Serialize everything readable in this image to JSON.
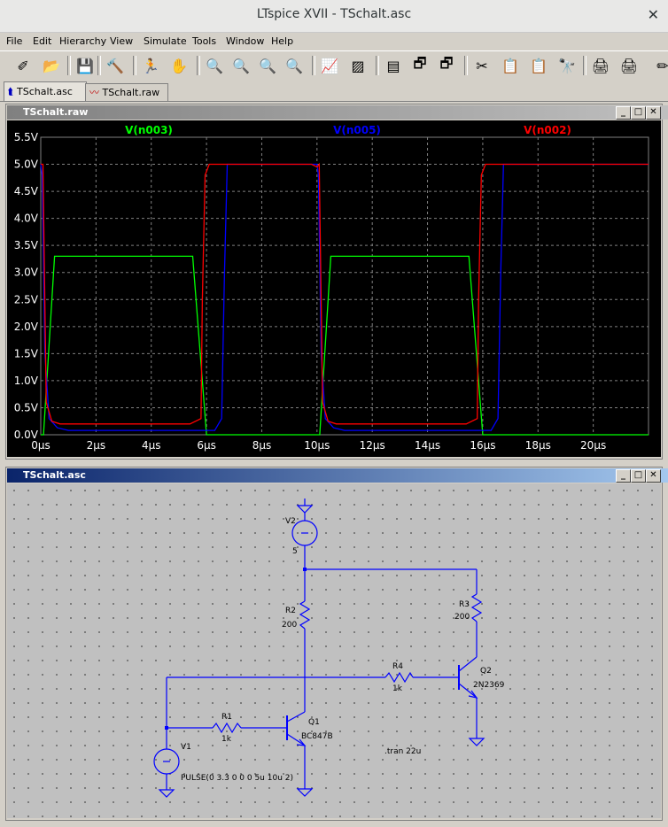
{
  "app": {
    "title": "LTspice XVII - TSchalt.asc",
    "close_glyph": "✕"
  },
  "menu": [
    "File",
    "Edit",
    "Hierarchy",
    "View",
    "Simulate",
    "Tools",
    "Window",
    "Help"
  ],
  "toolbar": [
    {
      "name": "new-schematic-icon",
      "glyph": "✐"
    },
    {
      "name": "open-folder-icon",
      "glyph": "📂"
    },
    {
      "name": "save-icon",
      "glyph": "💾"
    },
    {
      "name": "control-panel-icon",
      "glyph": "🔨"
    },
    {
      "name": "run-icon",
      "glyph": "🏃"
    },
    {
      "name": "halt-icon",
      "glyph": "✋"
    },
    {
      "name": "zoom-in-icon",
      "glyph": "🔍"
    },
    {
      "name": "pan-icon",
      "glyph": "🔍"
    },
    {
      "name": "zoom-out-icon",
      "glyph": "🔍"
    },
    {
      "name": "zoom-fit-icon",
      "glyph": "🔍"
    },
    {
      "name": "autorange-icon",
      "glyph": "📈"
    },
    {
      "name": "zoom-back-icon",
      "glyph": "▨"
    },
    {
      "name": "tile-horizontal-icon",
      "glyph": "▤"
    },
    {
      "name": "cascade-icon",
      "glyph": "🗗"
    },
    {
      "name": "tile-vertical-icon",
      "glyph": "🗗"
    },
    {
      "name": "cut-icon",
      "glyph": "✂"
    },
    {
      "name": "copy-icon",
      "glyph": "📋"
    },
    {
      "name": "paste-icon",
      "glyph": "📋"
    },
    {
      "name": "find-icon",
      "glyph": "🔭"
    },
    {
      "name": "print-icon",
      "glyph": "🖨"
    },
    {
      "name": "print-setup-icon",
      "glyph": "🖨"
    },
    {
      "name": "label-icon",
      "glyph": "✏"
    }
  ],
  "tabs": [
    {
      "label": "TSchalt.asc",
      "active": true
    },
    {
      "label": "TSchalt.raw",
      "active": false
    }
  ],
  "plot_window": {
    "title": "TSchalt.raw"
  },
  "schematic_window": {
    "title": "TSchalt.asc"
  },
  "window_buttons": {
    "minimize": "_",
    "maximize": "□",
    "close": "✕"
  },
  "chart_data": {
    "type": "line",
    "background": "#000000",
    "grid": true,
    "xlim": [
      0,
      22
    ],
    "ylim": [
      0,
      5.5
    ],
    "x_ticks": [
      0,
      2,
      4,
      6,
      8,
      10,
      12,
      14,
      16,
      18,
      20
    ],
    "x_tick_labels": [
      "0µs",
      "2µs",
      "4µs",
      "6µs",
      "8µs",
      "10µs",
      "12µs",
      "14µs",
      "16µs",
      "18µs",
      "20µs"
    ],
    "y_ticks": [
      0,
      0.5,
      1,
      1.5,
      2,
      2.5,
      3,
      3.5,
      4,
      4.5,
      5,
      5.5
    ],
    "y_tick_labels": [
      "0.0V",
      "0.5V",
      "1.0V",
      "1.5V",
      "2.0V",
      "2.5V",
      "3.0V",
      "3.5V",
      "4.0V",
      "4.5V",
      "5.0V",
      "5.5V"
    ],
    "series": [
      {
        "name": "V(n003)",
        "color": "#00ff00",
        "x": [
          0,
          0.1,
          0.5,
          5.5,
          6.0,
          10.0,
          10.1,
          10.5,
          15.5,
          16.0,
          22
        ],
        "y": [
          0,
          0,
          3.3,
          3.3,
          0,
          0,
          0,
          3.3,
          3.3,
          0,
          0
        ]
      },
      {
        "name": "V(n005)",
        "color": "#0000ff",
        "x": [
          0,
          0.05,
          0.15,
          0.3,
          0.6,
          1.0,
          6.3,
          6.55,
          6.65,
          6.75,
          10.0,
          10.05,
          10.15,
          10.3,
          10.6,
          11.0,
          16.3,
          16.55,
          16.65,
          16.75,
          22
        ],
        "y": [
          5.0,
          4.8,
          1.5,
          0.3,
          0.13,
          0.08,
          0.08,
          0.3,
          3.0,
          5.0,
          5.0,
          4.8,
          1.5,
          0.3,
          0.13,
          0.08,
          0.08,
          0.3,
          3.0,
          5.0,
          5.0
        ]
      },
      {
        "name": "V(n002)",
        "color": "#ff0000",
        "x": [
          0,
          0.08,
          0.2,
          0.4,
          0.7,
          5.4,
          5.8,
          5.85,
          5.95,
          6.1,
          9.8,
          10.0,
          10.08,
          10.2,
          10.4,
          10.7,
          15.4,
          15.8,
          15.85,
          15.95,
          16.1,
          22
        ],
        "y": [
          5.0,
          5.0,
          0.6,
          0.25,
          0.2,
          0.2,
          0.3,
          2.5,
          4.8,
          5.0,
          5.0,
          4.95,
          5.0,
          0.6,
          0.25,
          0.2,
          0.2,
          0.3,
          2.5,
          4.8,
          5.0,
          5.0
        ]
      }
    ]
  },
  "schematic": {
    "components": {
      "V2": {
        "name": "V2",
        "value": "5"
      },
      "R2": {
        "name": "R2",
        "value": "200"
      },
      "R3": {
        "name": "R3",
        "value": "200"
      },
      "R4": {
        "name": "R4",
        "value": "1k"
      },
      "Q2": {
        "name": "Q2",
        "value": "2N2369"
      },
      "R1": {
        "name": "R1",
        "value": "1k"
      },
      "Q1": {
        "name": "Q1",
        "value": "BC847B"
      },
      "V1": {
        "name": "V1",
        "value": "PULSE(0 3.3 0 0 0 5u 10u 2)"
      }
    },
    "directive": ".tran 22u",
    "wire_color": "#0000ff"
  }
}
